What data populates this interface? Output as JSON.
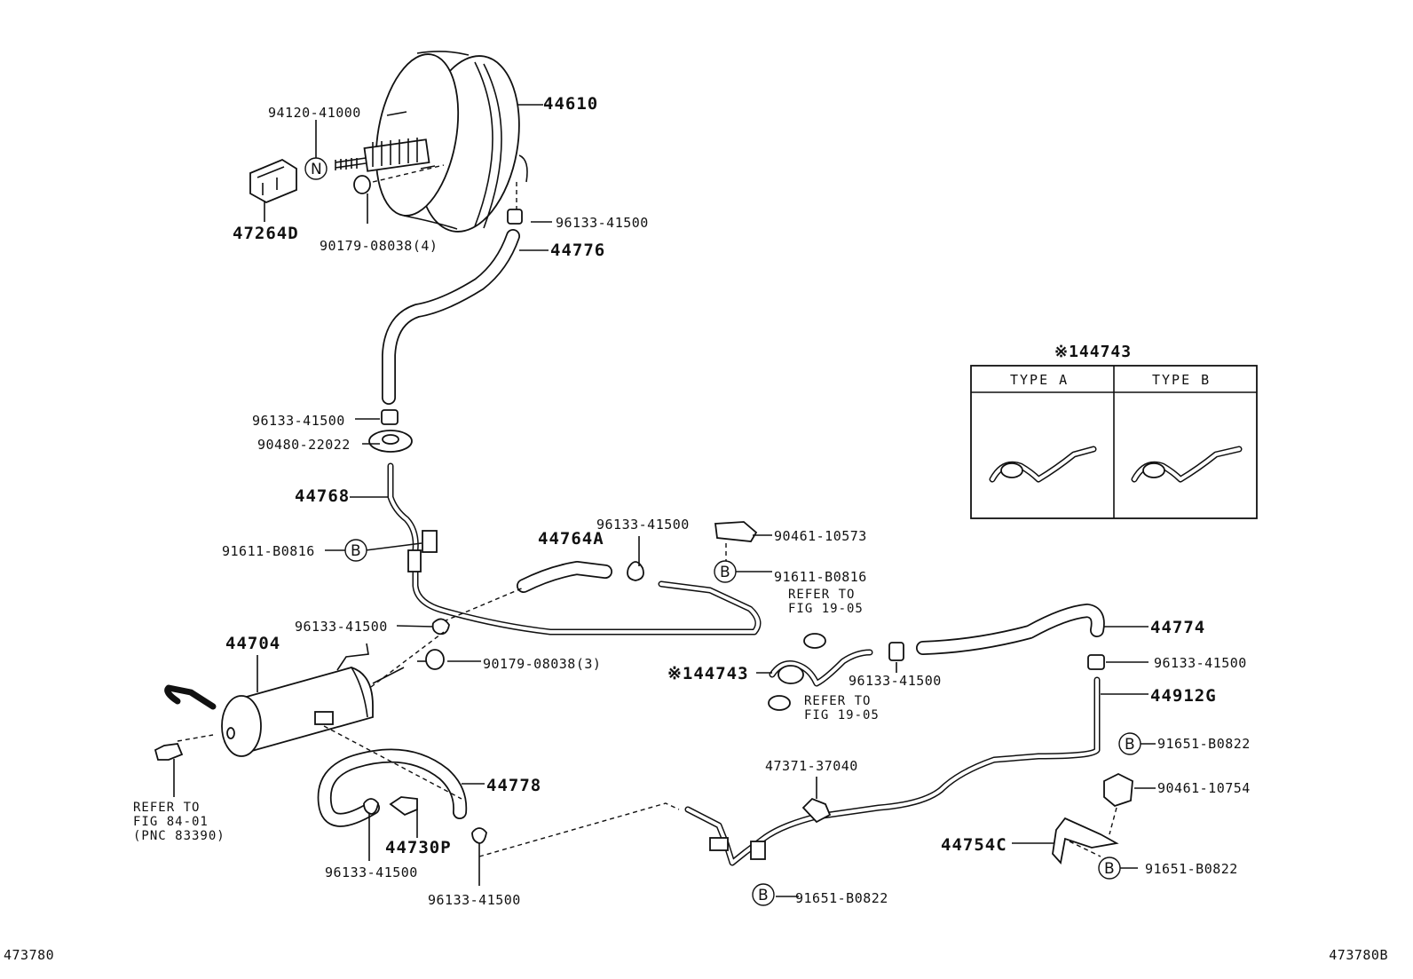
{
  "parts": {
    "p44610": "44610",
    "p94120_41000": "94120-41000",
    "p47264D": "47264D",
    "p90179_08038_4": "90179-08038(4)",
    "p96133_top": "96133-41500",
    "p44776": "44776",
    "p96133_mid": "96133-41500",
    "p90480_22022": "90480-22022",
    "p44768": "44768",
    "p91611_B0816_left": "91611-B0816",
    "p44764A": "44764A",
    "p96133_center": "96133-41500",
    "p90461_10573": "90461-10573",
    "p91611_B0816_right": "91611-B0816",
    "p96133_lower": "96133-41500",
    "p44704": "44704",
    "p90179_08038_3": "90179-08038(3)",
    "p144743": "※144743",
    "p96133_right_mid": "96133-41500",
    "p44774": "44774",
    "p96133_far_right": "96133-41500",
    "p44912G": "44912G",
    "p91651_B0822_a": "91651-B0822",
    "p90461_10754": "90461-10754",
    "p44754C": "44754C",
    "p91651_B0822_b": "91651-B0822",
    "p47371_37040": "47371-37040",
    "p91651_B0822_c": "91651-B0822",
    "p44778": "44778",
    "p44730P": "44730P",
    "p96133_bl": "96133-41500",
    "p96133_bc": "96133-41500"
  },
  "notes": {
    "refer_1905_top": "REFER TO\nFIG 19-05",
    "refer_1905_bot": "REFER TO\nFIG 19-05",
    "refer_8401": "REFER TO\nFIG 84-01\n(PNC 83390)"
  },
  "callouts": {
    "n": "N",
    "b": "B"
  },
  "inset": {
    "title": "※144743",
    "type_a": "TYPE  A",
    "type_b": "TYPE  B"
  },
  "refs": {
    "left": "473780",
    "right": "473780B"
  }
}
